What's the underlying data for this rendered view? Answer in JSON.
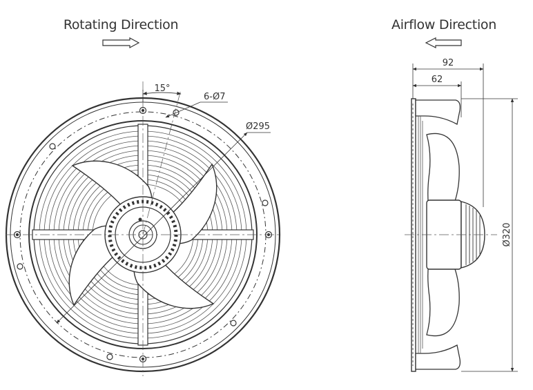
{
  "front_view": {
    "rotating_direction_label": "Rotating Direction",
    "angle_label": "15°",
    "holes_label": "6-Ø7",
    "bolt_circle_label": "Ø295"
  },
  "side_view": {
    "airflow_direction_label": "Airflow Direction",
    "depth_overall_label": "92",
    "depth_flange_label": "62",
    "diameter_label": "Ø320"
  },
  "colors": {
    "line": "#333333",
    "background": "#ffffff"
  },
  "icons": {
    "rotation_arrow": "arrow-right-icon",
    "airflow_arrow": "arrow-left-icon"
  }
}
